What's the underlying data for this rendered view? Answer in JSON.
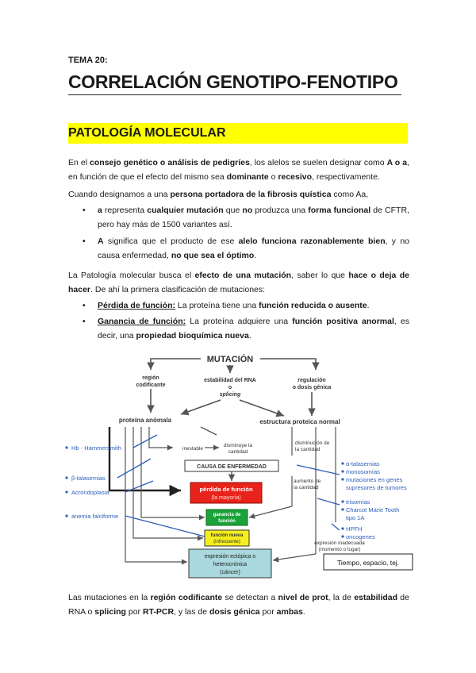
{
  "header": {
    "tema": "TEMA 20:",
    "title": "CORRELACIÓN GENOTIPO-FENOTIPO"
  },
  "section": {
    "title": "PATOLOGÍA MOLECULAR"
  },
  "paragraphs": {
    "p1": "En el <strong>consejo genético o análisis de pedigríes</strong>, los alelos se suelen designar como <strong>A o a</strong>, en función de que el efecto del mismo sea <strong>dominante</strong> o <strong>recesivo</strong>, respectivamente.",
    "p2": "Cuando designamos a una <strong>persona portadora de la fibrosis quística</strong> como Aa,",
    "b1": "<strong>a</strong> representa <strong>cualquier mutación</strong> que <strong>no</strong> produzca una <strong>forma funcional</strong> de CFTR, pero hay más de 1500 variantes así.",
    "b2": "<strong>A</strong> significa que el producto de ese <strong>alelo funciona razonablemente bien</strong>, y no causa enfermedad, <strong>no que sea el óptimo</strong>.",
    "p3": "La Patología molecular busca el <strong>efecto de una mutación</strong>, saber lo que <strong>hace o deja de hacer</strong>. De ahí la primera clasificación de mutaciones:",
    "b3": "<u><strong>Pérdida de función:</strong></u> La proteína tiene una <strong>función reducida o ausente</strong>.",
    "b4": "<u><strong>Ganancia de función:</strong></u> La proteína adquiere una <strong>función positiva anormal</strong>, es decir, una <strong>propiedad bioquímica nueva</strong>.",
    "p4": "Las mutaciones en la <strong>región codificante</strong> se detectan a <strong>nivel de prot</strong>, la de <strong>estabilidad</strong> de RNA o <strong>splicing</strong> por <strong>RT-PCR</strong>, y las de <strong>dosis génica</strong> por <strong>ambas</strong>."
  },
  "bullet_symbol": "•",
  "diagram": {
    "mutacion": "MUTACIÓN",
    "region_codificante": [
      "región",
      "codificante"
    ],
    "estabilidad": [
      "estabilidad del RNA",
      "o",
      "splicing"
    ],
    "regulacion": [
      "regulación",
      "o dosis génica"
    ],
    "proteina_anomala": "proteína anómala",
    "estructura_normal": "estructura proteica normal",
    "inestable": "inestable",
    "disminuye": [
      "disminuye la",
      "cantidad"
    ],
    "disminucion": [
      "disminución de",
      "la cantidad"
    ],
    "causa": "CAUSA DE ENFERMEDAD",
    "aumento": [
      "aumento de",
      "la cantidad"
    ],
    "perdida": [
      "pérdida de función",
      "(la mayoría)"
    ],
    "ganancia": [
      "ganancia de",
      "función"
    ],
    "funcion_nueva": [
      "función nueva",
      "(infrecuente)"
    ],
    "expresion_inadecuada": [
      "expresión inadecuada",
      "(momento o lugar)"
    ],
    "ectopica": [
      "expresión ectópica o",
      "heterocrónica",
      "(cáncer)"
    ],
    "left_examples": [
      "Hb - Hammersmith",
      "β-talasemias",
      "Acrondoplasia",
      "anemia falciforme"
    ],
    "right_examples_1": [
      "α-talasemias",
      "monosomías",
      "mutaciones en genes",
      "supresores de tumores"
    ],
    "right_examples_2": [
      "trisomías",
      "Charcot Marie Tooth",
      "tipo 1A"
    ],
    "right_examples_3": [
      "HPFH",
      "oncogenes"
    ],
    "note": "Tiempo, espacio, tej.",
    "colors": {
      "perdida": "#e8231b",
      "ganancia": "#1aa33a",
      "nueva": "#f5ee1e",
      "ectopica": "#a9d8de",
      "example_blue": "#2f5fb8"
    }
  }
}
